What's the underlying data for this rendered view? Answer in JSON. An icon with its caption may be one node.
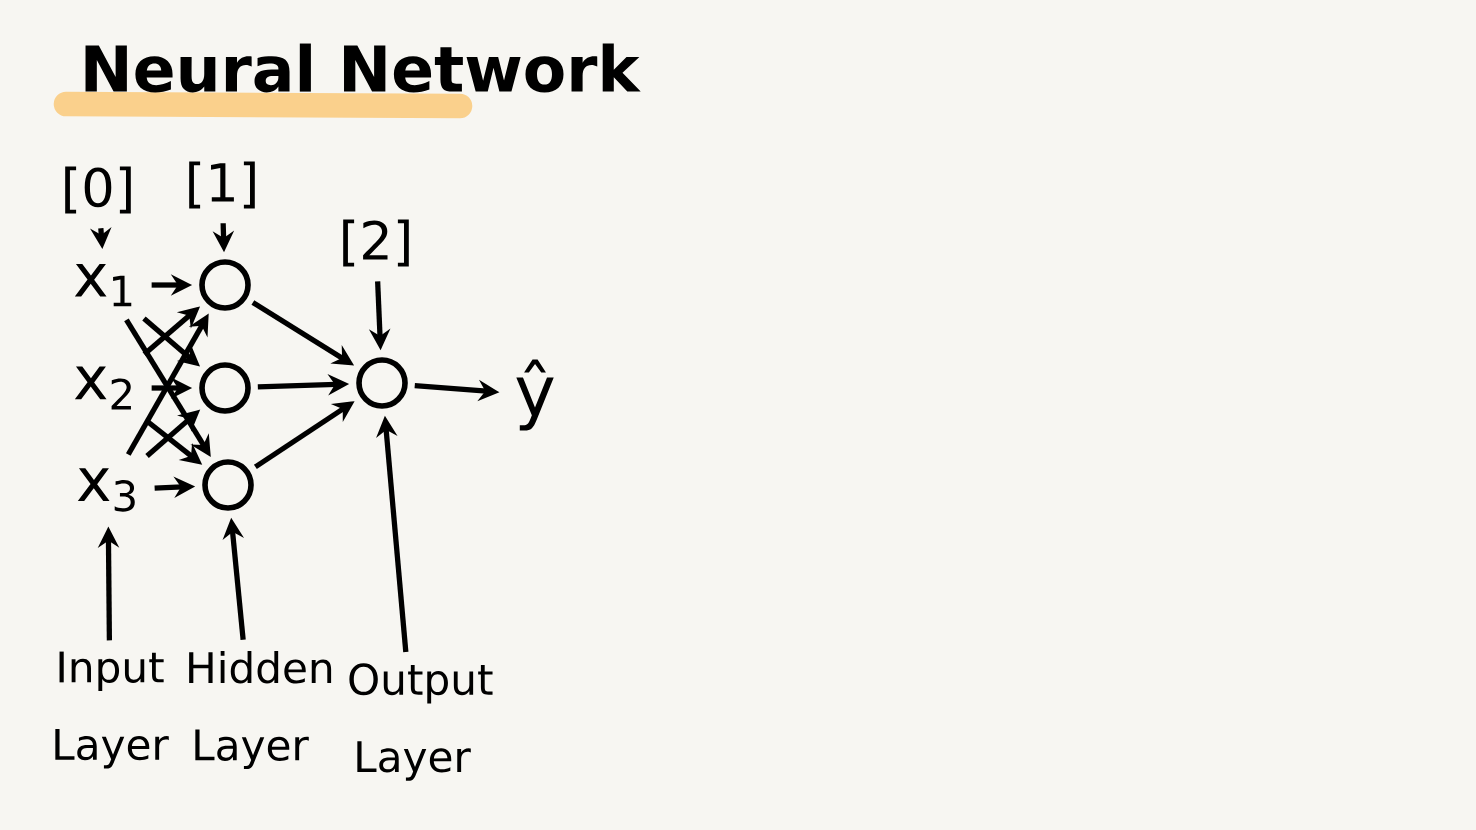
{
  "diagram": {
    "title": "Neural Network",
    "nodes": [
      {
        "text": [
          "x$_{1}$"
        ]
      },
      {
        "text": [
          "x$_{2}$"
        ]
      },
      {
        "text": [
          "x$_{3}$"
        ]
      },
      {
        "text": [],
        "shape": "circle"
      },
      {
        "text": [],
        "shape": "circle"
      },
      {
        "text": [],
        "shape": "circle"
      },
      {
        "text": [],
        "shape": "circle"
      },
      {
        "text": [
          "ŷ"
        ]
      },
      {
        "text": [
          "[0]"
        ]
      },
      {
        "text": [
          "[1]"
        ]
      },
      {
        "text": [
          "[2]"
        ]
      },
      {
        "text": [
          "Input Layer"
        ]
      },
      {
        "text": [
          "Hidden Layer"
        ]
      },
      {
        "text": [
          "Output Layer"
        ]
      }
    ],
    "edges": [
      {
        "from": 0,
        "to": 3,
        "arrow": "to"
      },
      {
        "from": 0,
        "to": 4,
        "arrow": "to"
      },
      {
        "from": 0,
        "to": 5,
        "arrow": "to"
      },
      {
        "from": 1,
        "to": 3,
        "arrow": "to"
      },
      {
        "from": 1,
        "to": 4,
        "arrow": "to"
      },
      {
        "from": 1,
        "to": 5,
        "arrow": "to"
      },
      {
        "from": 2,
        "to": 3,
        "arrow": "to"
      },
      {
        "from": 2,
        "to": 4,
        "arrow": "to"
      },
      {
        "from": 2,
        "to": 5,
        "arrow": "to"
      },
      {
        "from": 3,
        "to": 6,
        "arrow": "to"
      },
      {
        "from": 4,
        "to": 6,
        "arrow": "to"
      },
      {
        "from": 5,
        "to": 6,
        "arrow": "to"
      },
      {
        "from": 6,
        "to": 7,
        "arrow": "to"
      },
      {
        "from": 8,
        "to": 0,
        "arrow": "to"
      },
      {
        "from": 9,
        "to": 3,
        "arrow": "to"
      },
      {
        "from": 10,
        "to": 6,
        "arrow": "to"
      },
      {
        "from": 11,
        "to": 2,
        "arrow": "to"
      },
      {
        "from": 12,
        "to": 5,
        "arrow": "to"
      },
      {
        "from": 13,
        "to": 6,
        "arrow": "to"
      }
    ]
  }
}
